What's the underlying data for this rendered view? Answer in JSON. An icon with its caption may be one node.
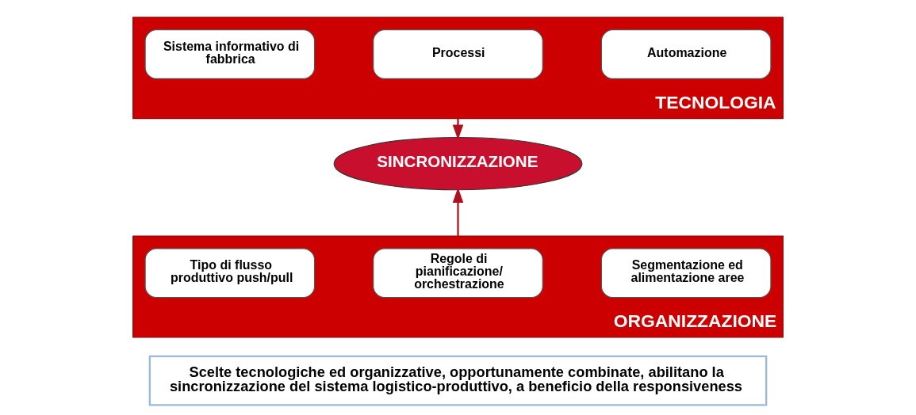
{
  "diagram": {
    "nodes": [
      {
        "text": [
          "TECNOLOGIA"
        ]
      },
      {
        "text": [
          "Sistema informativo di fabbrica"
        ],
        "in": 0
      },
      {
        "text": [
          "Processi"
        ],
        "in": 0
      },
      {
        "text": [
          "Automazione"
        ],
        "in": 0
      },
      {
        "text": [
          "SINCRONIZZAZIONE"
        ]
      },
      {
        "text": [
          "ORGANIZZAZIONE"
        ]
      },
      {
        "text": [
          "Tipo di flusso produttivo push/pull"
        ],
        "in": 5
      },
      {
        "text": [
          "Regole di pianificazione/ orchestrazione"
        ],
        "in": 5
      },
      {
        "text": [
          "Segmentazione ed alimentazione aree"
        ],
        "in": 5
      },
      {
        "text": [
          "Scelte tecnologiche ed organizzative, opportunamente combinate, abilitano la sincronizzazione del sistema logistico-produttivo, a beneficio della responsiveness"
        ]
      }
    ],
    "edges": [
      {
        "from": 0,
        "to": 4,
        "arrow": "to"
      },
      {
        "from": 5,
        "to": 4,
        "arrow": "to"
      }
    ]
  }
}
